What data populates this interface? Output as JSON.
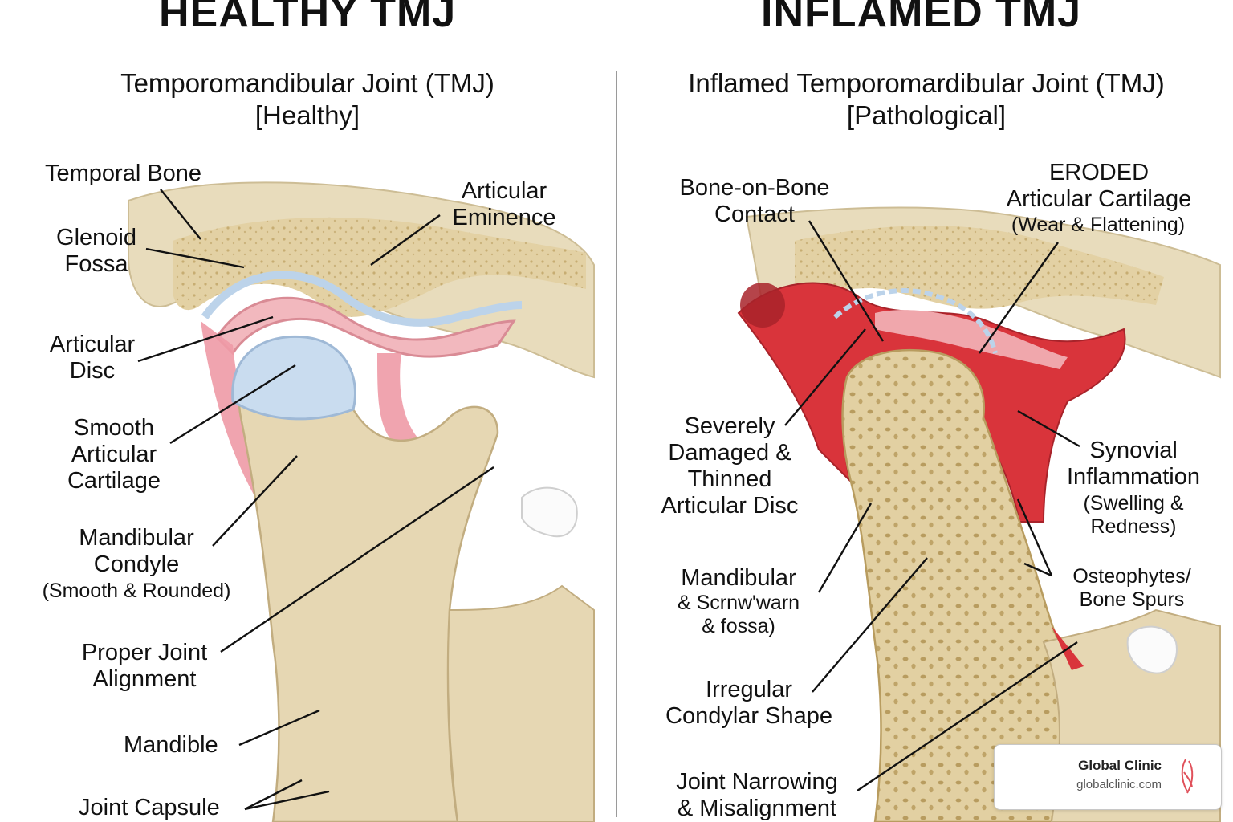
{
  "left": {
    "heading": "HEALTHY TMJ",
    "subtitle_line1": "Temporomandibular Joint (TMJ)",
    "subtitle_line2": "[Healthy]",
    "labels": {
      "temporal_bone": "Temporal Bone",
      "glenoid_fossa": [
        "Glenoid",
        "Fossa"
      ],
      "articular_eminence": [
        "Articular",
        "Eminence"
      ],
      "articular_disc": [
        "Articular",
        "Disc"
      ],
      "smooth_cartilage": [
        "Smooth",
        "Articular",
        "Cartilage"
      ],
      "mandibular_condyle": [
        "Mandibular",
        "Condyle"
      ],
      "condyle_note": "(Smooth & Rounded)",
      "joint_alignment": [
        "Proper Joint",
        "Alignment"
      ],
      "mandible": "Mandible",
      "joint_capsule": "Joint Capsule"
    }
  },
  "right": {
    "heading": "INFLAMED TMJ",
    "subtitle_line1": "Inflamed Temporomardibular Joint (TMJ)",
    "subtitle_line2": "[Pathological]",
    "labels": {
      "bone_contact": [
        "Bone-on-Bone",
        "Contact"
      ],
      "eroded_cartilage": [
        "ERODED",
        "Articular Cartilage"
      ],
      "eroded_note": "(Wear & Flattening)",
      "damaged_disc": [
        "Severely",
        "Damaged &",
        "Thinned",
        "Articular Disc"
      ],
      "synovial_inflammation": [
        "Synovial",
        "Inflammation"
      ],
      "synovial_note": [
        "(Swelling &",
        "Redness)"
      ],
      "osteophytes": [
        "Osteophytes/",
        "Bone Spurs"
      ],
      "mandibular_text": [
        "Mandibular",
        "& Scrnw'warn",
        "& fossa)"
      ],
      "irregular_shape": [
        "Irregular",
        "Condylar Shape"
      ],
      "joint_narrowing": [
        "Joint Narrowing",
        "& Misalignment"
      ]
    }
  },
  "watermark": {
    "name": "Global Clinic",
    "url": "globalclinic.com"
  },
  "colors": {
    "bone": "#e6d7b3",
    "bone_spongy": "#d9c48f",
    "disc_pink": "#f2b8be",
    "cartilage_blue": "#c9dcef",
    "inflamed_red": "#d9343b"
  }
}
